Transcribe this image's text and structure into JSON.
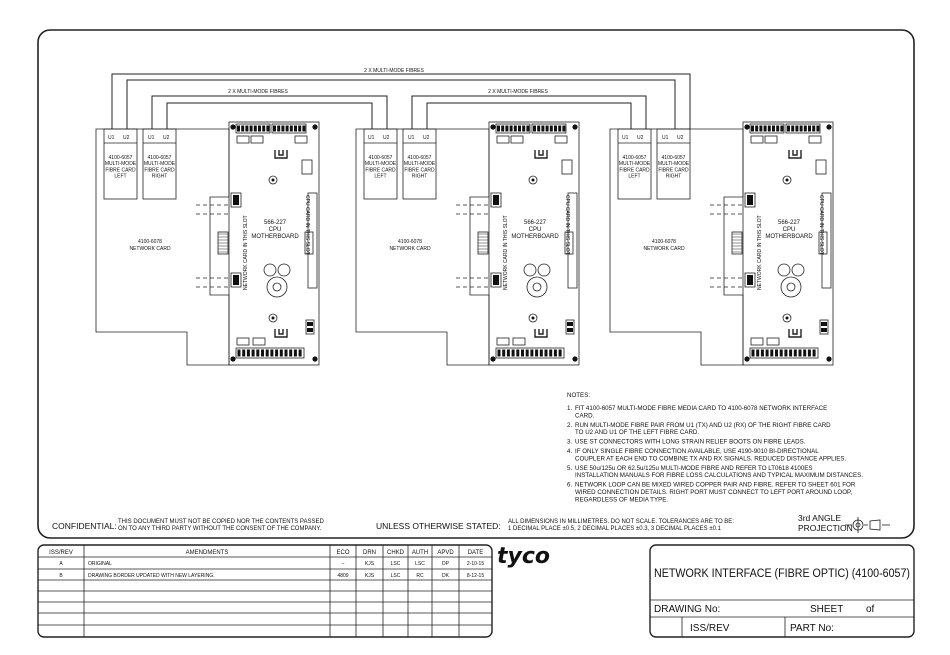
{
  "fibres": {
    "top": "2 X MULTI-MODE FIBRES",
    "left": "2 X MULTI-MODE FIBRES",
    "right": "2 X MULTI-MODE FIBRES"
  },
  "panel": {
    "u1": "U1",
    "u2": "U2",
    "fibre_left": [
      "4100-6057",
      "MULTI-MODE",
      "FIBRE CARD",
      "LEFT"
    ],
    "fibre_right": [
      "4100-6057",
      "MULTI-MODE",
      "FIBRE CARD",
      "RIGHT"
    ],
    "network_card": [
      "4100-6078",
      "NETWORK CARD"
    ],
    "cpu": [
      "566-227",
      "CPU",
      "MOTHERBOARD"
    ],
    "slot_left": "NETWORK CARD IN THIS SLOT",
    "slot_right": "CPU CARD IN THIS SLOT"
  },
  "notes": {
    "heading": "NOTES:",
    "items": [
      [
        "1.",
        "FIT 4100-6057 MULTI-MODE FIBRE MEDIA CARD TO 4100-6078 NETWORK INTERFACE",
        "CARD."
      ],
      [
        "2.",
        "RUN MULTI-MODE FIBRE PAIR FROM U1 (TX) AND U2 (RX) OF THE RIGHT FIBRE CARD",
        "TO U2 AND U1 OF THE LEFT FIBRE CARD."
      ],
      [
        "3.",
        "USE ST CONNECTORS WITH LONG STRAIN RELIEF BOOTS ON FIBRE LEADS."
      ],
      [
        "4.",
        "IF ONLY SINGLE FIBRE CONNECTION AVAILABLE, USE 4190-9010 BI-DIRECTIONAL",
        "COUPLER AT EACH END TO COMBINE TX AND RX SIGNALS. REDUCED DISTANCE APPLIES."
      ],
      [
        "5.",
        "USE 50u/125u OR 62.5u/125u MULTI-MODE FIBRE AND REFER TO LT0618 4100ES",
        "INSTALLATION MANUALS FOR FIBRE LOSS CALCULATIONS AND TYPICAL MAXIMUM DISTANCES."
      ],
      [
        "6.",
        "NETWORK LOOP CAN BE MIXED WIRED COPPER PAIR AND FIBRE. REFER TO SHEET 601 FOR",
        "WIRED CONNECTION DETAILS. RIGHT PORT MUST CONNECT TO LEFT PORT AROUND LOOP,",
        "REGARDLESS OF MEDIA TYPE."
      ]
    ]
  },
  "footer": {
    "confidential_label": "CONFIDENTIAL:",
    "confidential_text": [
      "THIS DOCUMENT MUST NOT BE COPIED NOR THE CONTENTS PASSED",
      "ON TO ANY THIRD PARTY WITHOUT THE CONSENT OF THE COMPANY."
    ],
    "unless_label": "UNLESS OTHERWISE STATED:",
    "unless_text": [
      "ALL DIMENSIONS IN MILLIMETRES. DO NOT SCALE. TOLERANCES ARE TO BE:",
      "1 DECIMAL PLACE ±0.5, 2 DECIMAL PLACES ±0.3, 3 DECIMAL PLACES ±0.1"
    ],
    "projection": [
      "3rd ANGLE",
      "PROJECTION"
    ]
  },
  "amendments": {
    "headers": [
      "ISS/REV",
      "AMENDMENTS",
      "ECO",
      "DRN",
      "CHKD",
      "AUTH",
      "APVD",
      "DATE"
    ],
    "rows": [
      [
        "A",
        "ORIGINAL",
        "–",
        "KJS",
        "LSC",
        "LSC",
        "DP",
        "2-10-15"
      ],
      [
        "B",
        "DRAWING BORDER UPDATED WITH NEW LAYERING.",
        "4809",
        "KJS",
        "LSC",
        "RC",
        "DK",
        "8-12-15"
      ]
    ]
  },
  "logo": "tyco",
  "title_block": {
    "title": "NETWORK INTERFACE (FIBRE OPTIC) (4100-6057)",
    "drawing_no": "DRAWING No:",
    "sheet": "SHEET",
    "of": "of",
    "iss_rev": "ISS/REV",
    "part_no": "PART No:"
  }
}
